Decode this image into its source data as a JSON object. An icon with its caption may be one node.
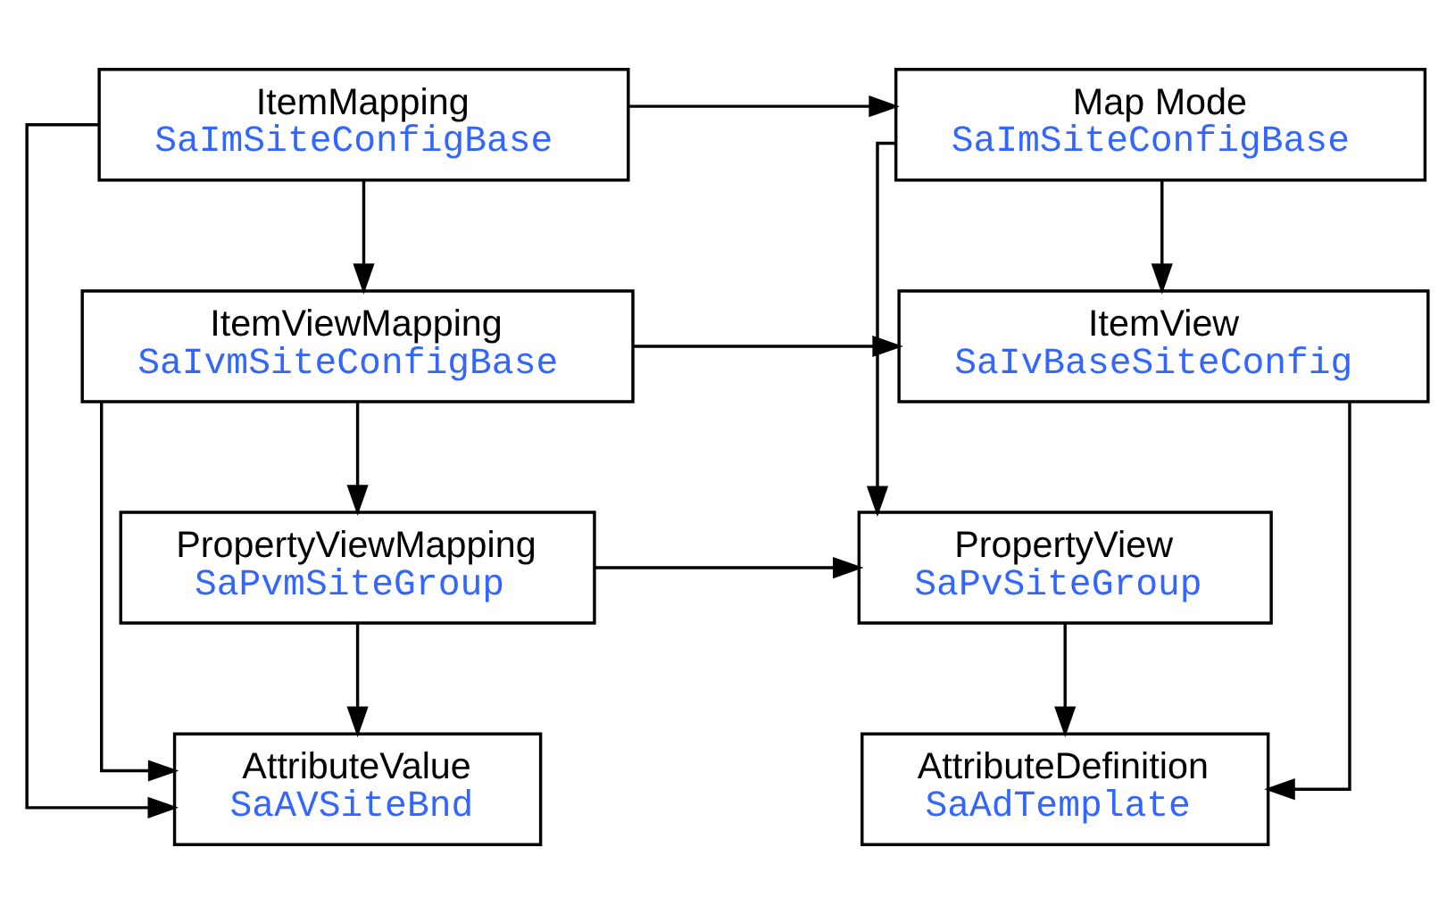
{
  "diagram": {
    "nodes": [
      {
        "text": [
          "ItemMapping",
          "SaImSiteConfigBase"
        ]
      },
      {
        "text": [
          "Map Mode",
          "SaImSiteConfigBase"
        ]
      },
      {
        "text": [
          "ItemViewMapping",
          "SaIvmSiteConfigBase"
        ]
      },
      {
        "text": [
          "ItemView",
          "SaIvBaseSiteConfig"
        ]
      },
      {
        "text": [
          "PropertyViewMapping",
          "SaPvmSiteGroup"
        ]
      },
      {
        "text": [
          "PropertyView",
          "SaPvSiteGroup"
        ]
      },
      {
        "text": [
          "AttributeValue",
          "SaAVSiteBnd"
        ]
      },
      {
        "text": [
          "AttributeDefinition",
          "SaAdTemplate"
        ]
      }
    ],
    "edges": [
      {
        "from": 0,
        "to": 1,
        "arrow": "to"
      },
      {
        "from": 0,
        "to": 2,
        "arrow": "to"
      },
      {
        "from": 1,
        "to": 3,
        "arrow": "to"
      },
      {
        "from": 0,
        "to": 6,
        "arrow": "to"
      },
      {
        "from": 2,
        "to": 3,
        "arrow": "to"
      },
      {
        "from": 1,
        "to": 5,
        "arrow": "to"
      },
      {
        "from": 2,
        "to": 4,
        "arrow": "to"
      },
      {
        "from": 2,
        "to": 6,
        "arrow": "to"
      },
      {
        "from": 3,
        "to": 7,
        "arrow": "to"
      },
      {
        "from": 4,
        "to": 5,
        "arrow": "to"
      },
      {
        "from": 4,
        "to": 6,
        "arrow": "to"
      },
      {
        "from": 5,
        "to": 7,
        "arrow": "to"
      }
    ]
  }
}
